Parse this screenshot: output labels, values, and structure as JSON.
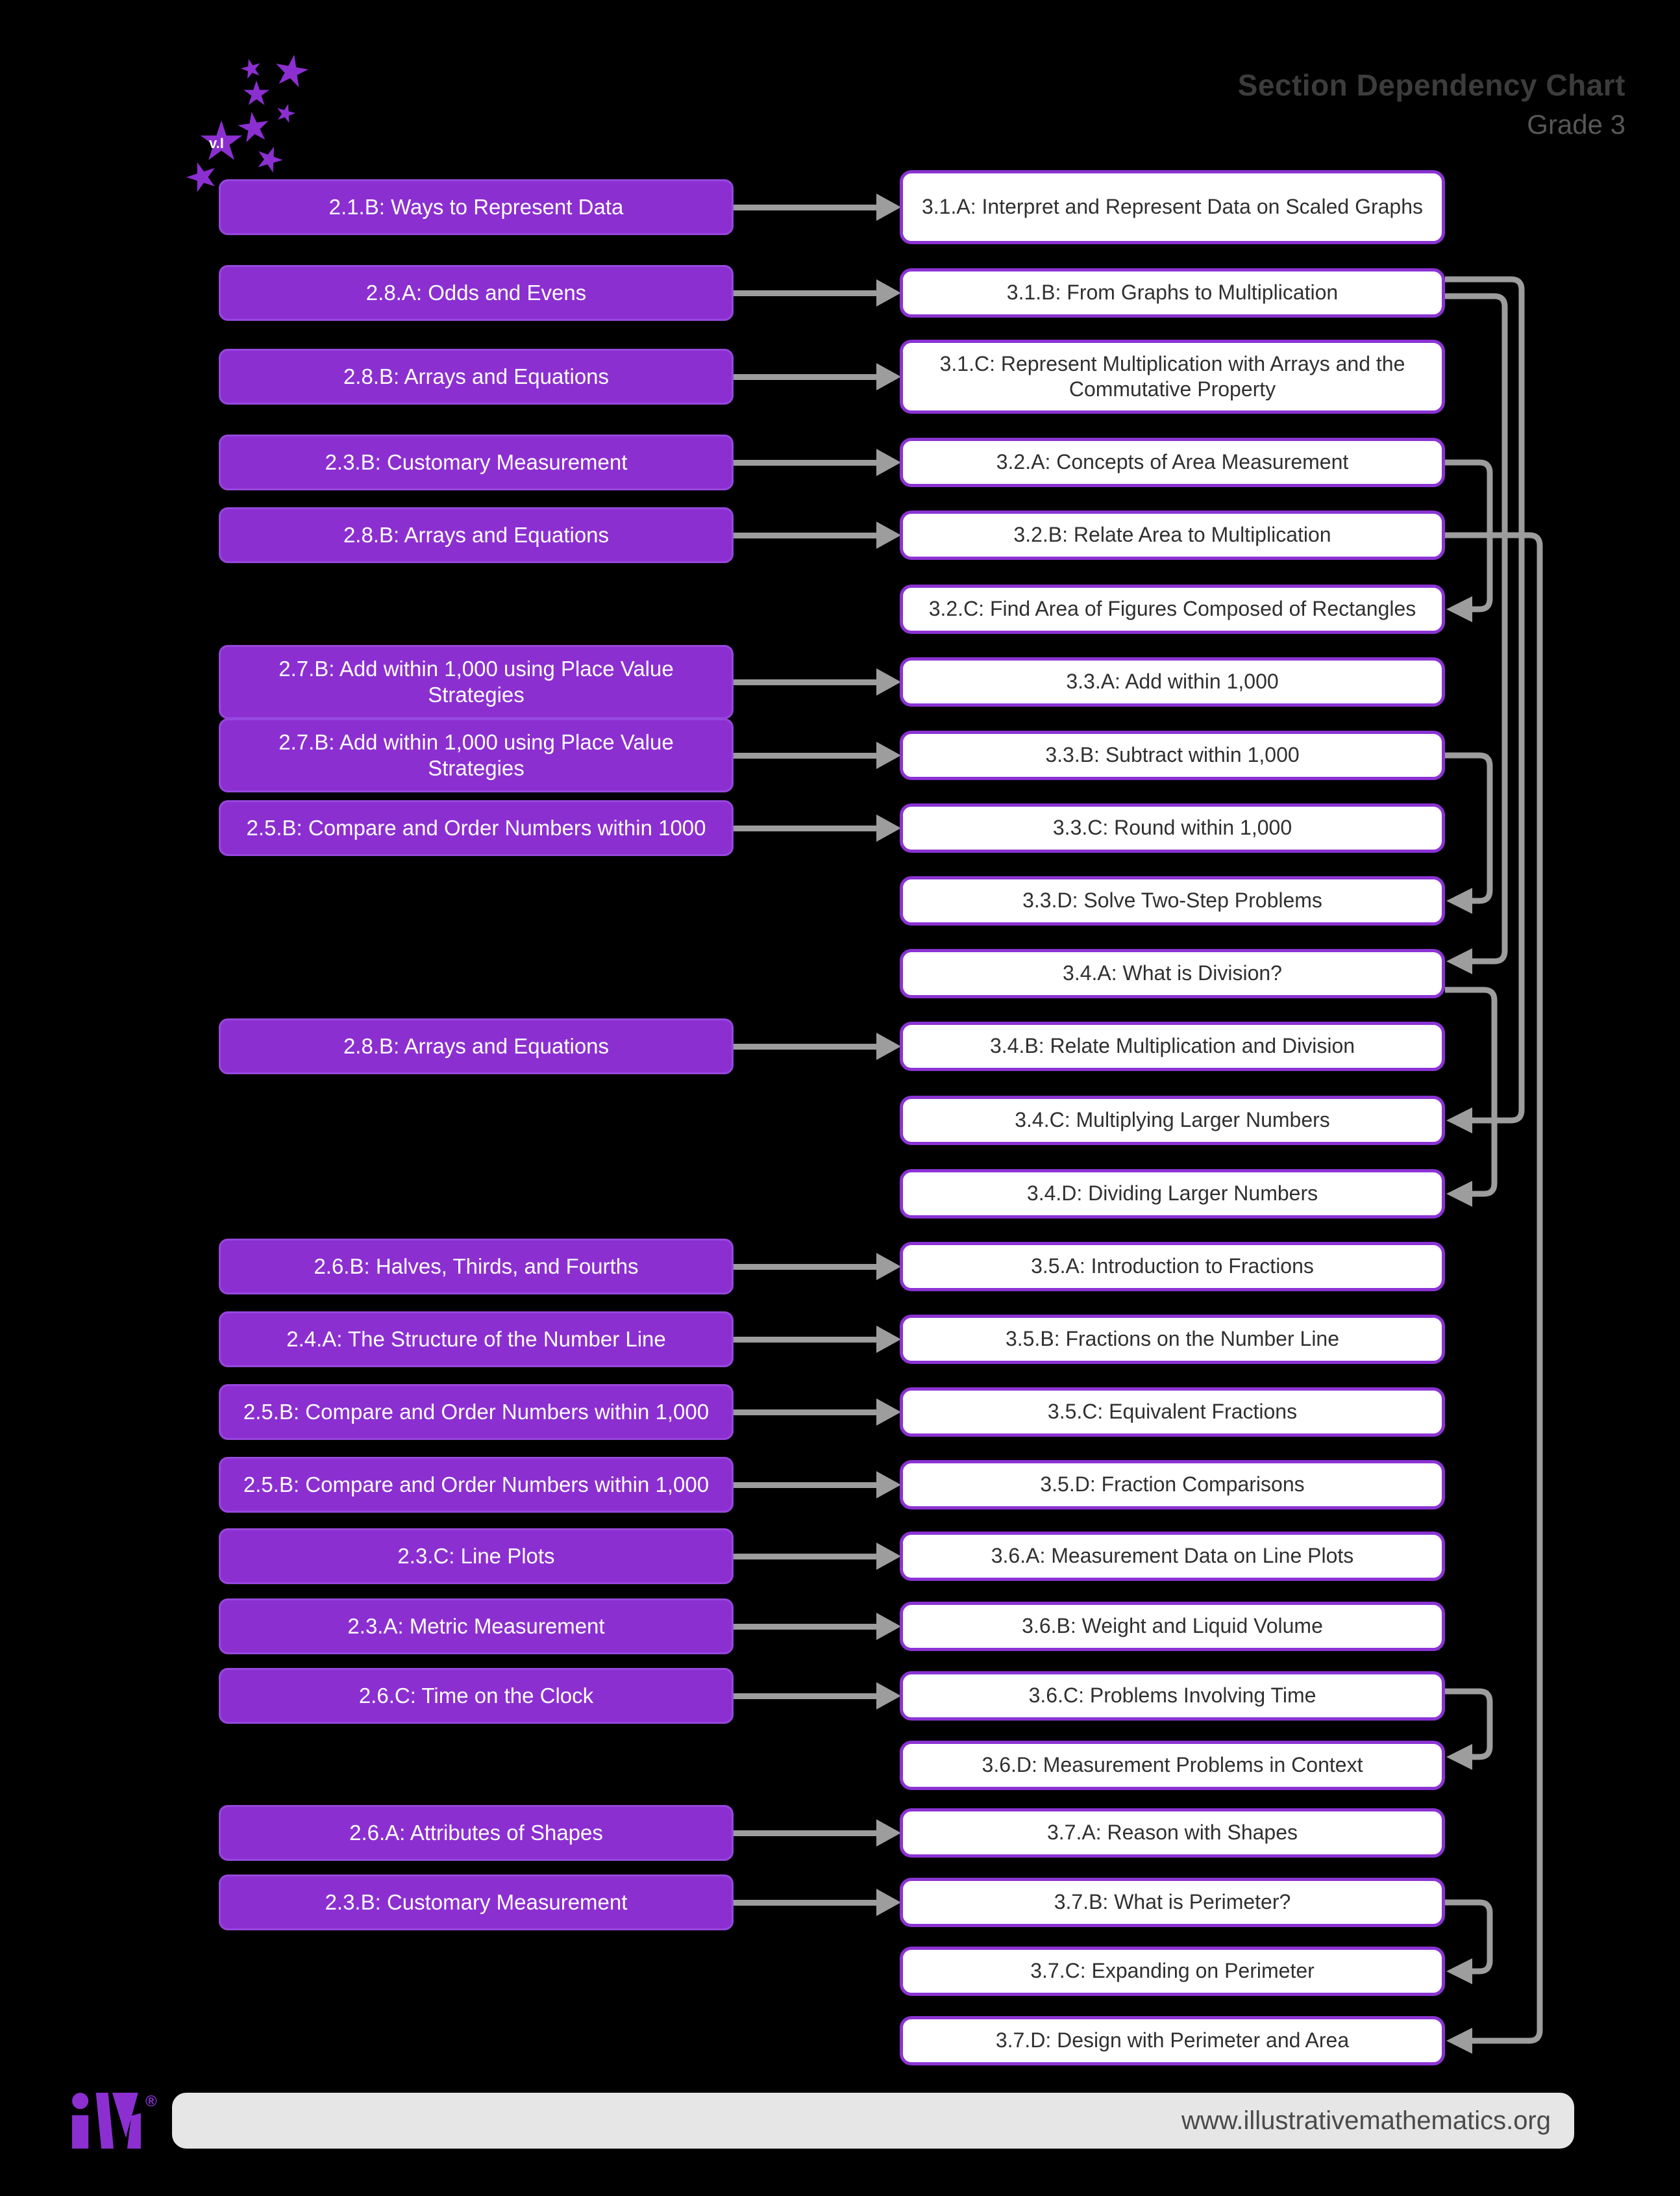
{
  "header": {
    "title": "Section Dependency Chart",
    "subtitle": "Grade 3"
  },
  "logo": {
    "star_label": "v.I",
    "name": "illustrative-mathematics-stars"
  },
  "footer": {
    "url": "www.illustrativemathematics.org",
    "logo_text": "iM",
    "registered_mark": "®"
  },
  "colors": {
    "background": "#000000",
    "purple": "#8c2fd1",
    "purple_border": "#9747dd",
    "white_box_border": "#8b33d4",
    "arrow_gray": "#9d9d9d",
    "footer_bg": "#e6e6e6",
    "title_gray": "#3c3c3c",
    "box_text_dark": "#303030"
  },
  "rows": [
    {
      "left": "2.1.B: Ways to Represent Data",
      "right": "3.1.A: Interpret and Represent Data on Scaled Graphs"
    },
    {
      "left": "2.8.A: Odds and Evens",
      "right": "3.1.B: From Graphs to Multiplication"
    },
    {
      "left": "2.8.B: Arrays and Equations",
      "right": "3.1.C: Represent Multiplication with Arrays and the Commutative Property"
    },
    {
      "left": "2.3.B: Customary Measurement",
      "right": "3.2.A: Concepts of Area Measurement"
    },
    {
      "left": "2.8.B: Arrays and Equations",
      "right": "3.2.B: Relate Area to Multiplication"
    },
    {
      "left": null,
      "right": "3.2.C: Find Area of Figures Composed of Rectangles"
    },
    {
      "left": "2.7.B: Add within 1,000 using Place Value Strategies",
      "right": "3.3.A: Add within 1,000"
    },
    {
      "left": "2.7.B: Add within 1,000 using Place Value Strategies",
      "right": "3.3.B: Subtract within 1,000"
    },
    {
      "left": "2.5.B: Compare and Order Numbers within 1000",
      "right": "3.3.C: Round within 1,000"
    },
    {
      "left": null,
      "right": "3.3.D: Solve Two-Step Problems"
    },
    {
      "left": null,
      "right": "3.4.A: What is Division?"
    },
    {
      "left": "2.8.B: Arrays and Equations",
      "right": "3.4.B: Relate Multiplication and Division"
    },
    {
      "left": null,
      "right": "3.4.C: Multiplying Larger Numbers"
    },
    {
      "left": null,
      "right": "3.4.D: Dividing Larger Numbers"
    },
    {
      "left": "2.6.B: Halves, Thirds, and Fourths",
      "right": "3.5.A: Introduction to Fractions"
    },
    {
      "left": "2.4.A: The Structure of the Number Line",
      "right": "3.5.B: Fractions on the Number Line"
    },
    {
      "left": "2.5.B: Compare and Order Numbers within 1,000",
      "right": "3.5.C: Equivalent Fractions"
    },
    {
      "left": "2.5.B: Compare and Order Numbers within 1,000",
      "right": "3.5.D: Fraction Comparisons"
    },
    {
      "left": "2.3.C: Line Plots",
      "right": "3.6.A: Measurement Data on Line Plots"
    },
    {
      "left": "2.3.A: Metric Measurement",
      "right": "3.6.B: Weight and Liquid Volume"
    },
    {
      "left": "2.6.C: Time on the Clock",
      "right": "3.6.C: Problems Involving Time"
    },
    {
      "left": null,
      "right": "3.6.D: Measurement Problems in Context"
    },
    {
      "left": "2.6.A: Attributes of Shapes",
      "right": "3.7.A: Reason with Shapes"
    },
    {
      "left": "2.3.B: Customary Measurement",
      "right": "3.7.B: What is Perimeter?"
    },
    {
      "left": null,
      "right": "3.7.C: Expanding on Perimeter"
    },
    {
      "left": null,
      "right": "3.7.D: Design with Perimeter and Area"
    }
  ],
  "dependencies": [
    {
      "from": "3.2.A",
      "to": "3.2.C"
    },
    {
      "from": "3.3.B",
      "to": "3.3.D"
    },
    {
      "from": "3.1.B",
      "to": "3.4.A"
    },
    {
      "from": "3.1.B",
      "to": "3.4.C"
    },
    {
      "from": "3.4.A",
      "to": "3.4.D"
    },
    {
      "from": "3.2.B",
      "to": "3.7.D"
    },
    {
      "from": "3.6.C",
      "to": "3.6.D"
    },
    {
      "from": "3.7.B",
      "to": "3.7.C"
    }
  ]
}
